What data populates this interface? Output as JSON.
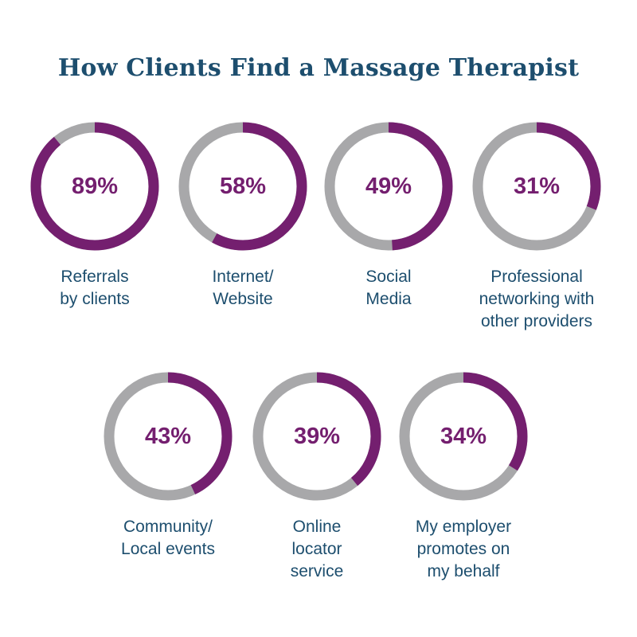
{
  "chart_data": {
    "type": "donut",
    "title": "How Clients Find a Massage Therapist",
    "colors": {
      "filled": "#741f6f",
      "remaining": "#a8a8aa",
      "title": "#1d4e6e",
      "label": "#1d4e6e"
    },
    "items": [
      {
        "label": "Referrals\nby clients",
        "value": 89,
        "display": "89%"
      },
      {
        "label": "Internet/\nWebsite",
        "value": 58,
        "display": "58%"
      },
      {
        "label": "Social\nMedia",
        "value": 49,
        "display": "49%"
      },
      {
        "label": "Professional\nnetworking with\nother providers",
        "value": 31,
        "display": "31%"
      },
      {
        "label": "Community/\nLocal events",
        "value": 43,
        "display": "43%"
      },
      {
        "label": "Online\nlocator\nservice",
        "value": 39,
        "display": "39%"
      },
      {
        "label": "My employer\npromotes on\nmy behalf",
        "value": 34,
        "display": "34%"
      }
    ]
  }
}
